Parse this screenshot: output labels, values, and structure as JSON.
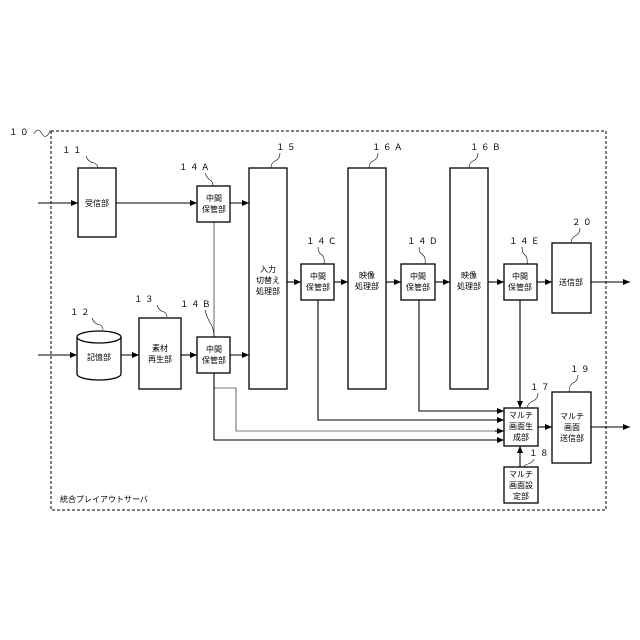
{
  "frame": {
    "ref": "１０",
    "caption": "統合プレイアウトサーバ"
  },
  "blocks": {
    "b11": {
      "ref": "１１",
      "lines": [
        "受信部"
      ]
    },
    "b12": {
      "ref": "１２",
      "lines": [
        "記憶部"
      ]
    },
    "b13": {
      "ref": "１３",
      "lines": [
        "素材",
        "再生部"
      ]
    },
    "b14a": {
      "ref": "１４Ａ",
      "lines": [
        "中間",
        "保管部"
      ]
    },
    "b14b": {
      "ref": "１４Ｂ",
      "lines": [
        "中間",
        "保管部"
      ]
    },
    "b15": {
      "ref": "１５",
      "lines": [
        "入力",
        "切替え",
        "処理部"
      ]
    },
    "b14c": {
      "ref": "１４Ｃ",
      "lines": [
        "中間",
        "保管部"
      ]
    },
    "b16a": {
      "ref": "１６Ａ",
      "lines": [
        "映像",
        "処理部"
      ]
    },
    "b14d": {
      "ref": "１４Ｄ",
      "lines": [
        "中間",
        "保管部"
      ]
    },
    "b16b": {
      "ref": "１６Ｂ",
      "lines": [
        "映像",
        "処理部"
      ]
    },
    "b14e": {
      "ref": "１４Ｅ",
      "lines": [
        "中間",
        "保管部"
      ]
    },
    "b20": {
      "ref": "２０",
      "lines": [
        "送信部"
      ]
    },
    "b17": {
      "ref": "１７",
      "lines": [
        "マルチ",
        "画面生",
        "成部"
      ]
    },
    "b19": {
      "ref": "１９",
      "lines": [
        "マルチ",
        "画面",
        "送信部"
      ]
    },
    "b18": {
      "ref": "１８",
      "lines": [
        "マルチ",
        "画面設",
        "定部"
      ]
    }
  }
}
